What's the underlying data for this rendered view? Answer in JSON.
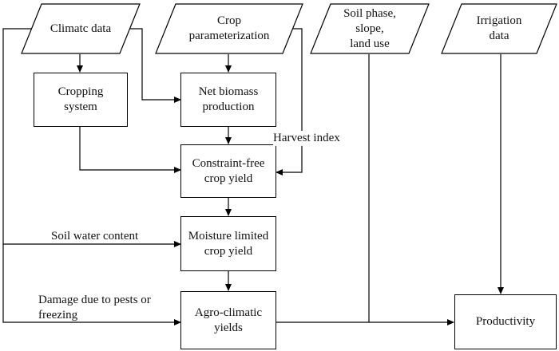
{
  "nodes": {
    "climate_data": "Climatc data",
    "crop_parameterization": "Crop\nparameterization",
    "soil_phase": "Soil phase,\nslope,\nland use",
    "irrigation_data": "Irrigation\ndata",
    "cropping_system": "Cropping\nsystem",
    "net_biomass": "Net biomass\nproduction",
    "constraint_free": "Constraint-free\ncrop yield",
    "moisture_limited": "Moisture limited\ncrop yield",
    "agro_climatic": "Agro-climatic\nyields",
    "productivity": "Productivity"
  },
  "edge_labels": {
    "harvest_index": "Harvest index",
    "soil_water_content": "Soil water content",
    "damage": "Damage due to pests or\nfreezing"
  }
}
